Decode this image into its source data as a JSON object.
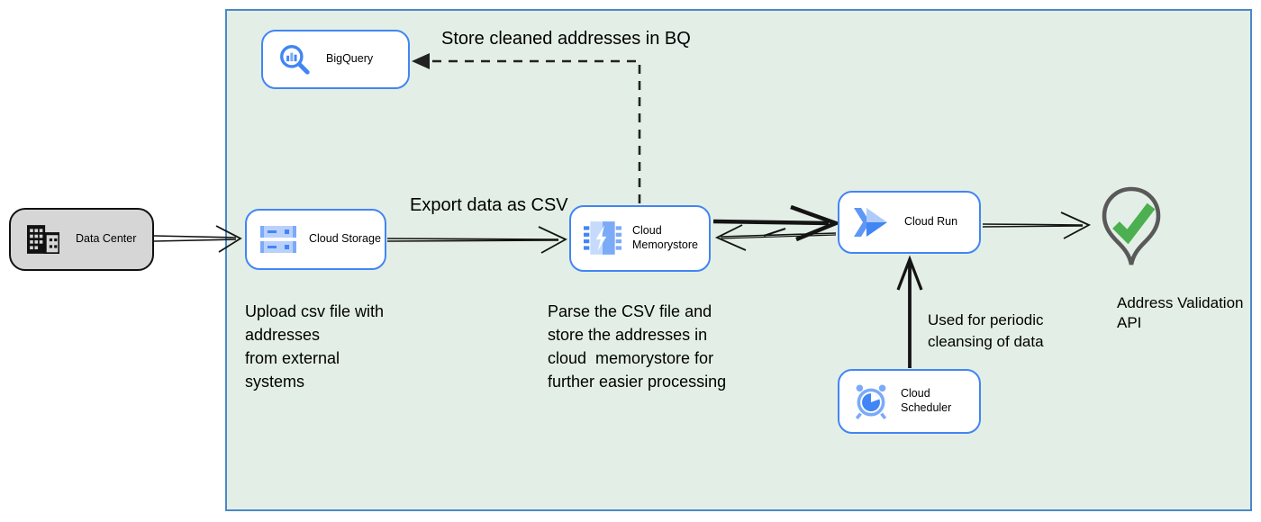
{
  "diagram": {
    "nodes": {
      "data_center": {
        "label": "Data Center"
      },
      "bigquery": {
        "label": "BigQuery"
      },
      "cloud_storage": {
        "label": "Cloud Storage",
        "annotation": "Upload csv file with\naddresses\nfrom external\nsystems"
      },
      "cloud_memorystore": {
        "label": "Cloud\nMemorystore",
        "annotation": "Parse the CSV file and\nstore the addresses in\ncloud  memorystore for\nfurther easier processing"
      },
      "cloud_run": {
        "label": "Cloud Run"
      },
      "cloud_scheduler": {
        "label": "Cloud Scheduler"
      },
      "address_validation_api": {
        "label": "Address Validation\nAPI"
      }
    },
    "edge_labels": {
      "store_bq": "Store cleaned addresses in BQ",
      "export_csv": "Export data as CSV",
      "periodic": "Used for periodic\ncleansing of data"
    },
    "colors": {
      "container_bg": "#e3efe6",
      "container_border": "#4a89c8",
      "node_border": "#4285f4",
      "node_bg": "#ffffff",
      "datacenter_bg": "#d6d6d6",
      "arrow": "#141414",
      "icon_blue": "#4285f4",
      "icon_blue_mid": "#7baaf7",
      "icon_blue_light": "#b9d0fb",
      "pin_outline": "#595959",
      "check_green": "#4caf50"
    }
  }
}
